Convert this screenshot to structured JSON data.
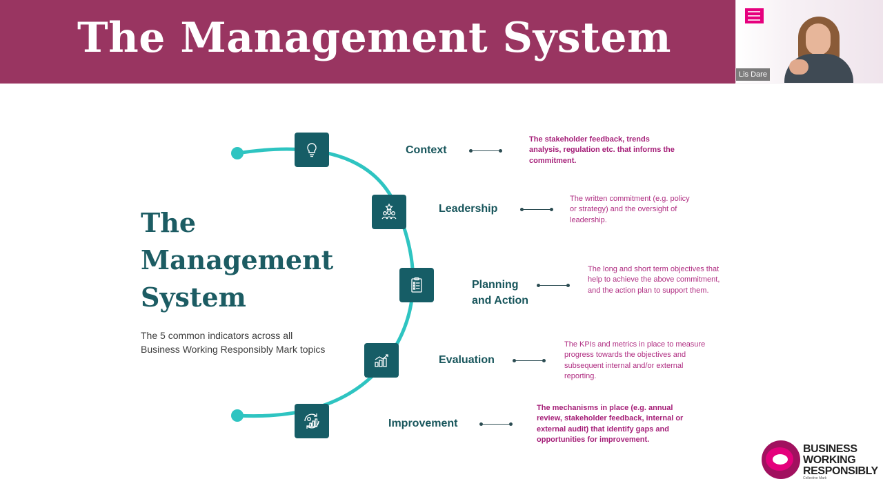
{
  "slide": {
    "title": "The Management System"
  },
  "webcam": {
    "name": "Lis Dare",
    "logo_icon": "business-in-the-community-ireland-logo"
  },
  "left_panel": {
    "heading_lines": [
      "The",
      "Management",
      "System"
    ],
    "subtitle": "The 5 common indicators across all Business Working Responsibly Mark topics"
  },
  "steps": [
    {
      "label_lines": [
        "Context"
      ],
      "icon": "lightbulb-icon",
      "description": "The stakeholder feedback, trends analysis, regulation etc. that informs the commitment.",
      "emphasis": true
    },
    {
      "label_lines": [
        "Leadership"
      ],
      "icon": "team-star-icon",
      "description": "The written commitment (e.g. policy or strategy) and the oversight of leadership.",
      "emphasis": false
    },
    {
      "label_lines": [
        "Planning",
        "and Action"
      ],
      "icon": "checklist-icon",
      "description": "The long and short term objectives that help to achieve the above commitment, and the action plan to support them.",
      "emphasis": false
    },
    {
      "label_lines": [
        "Evaluation"
      ],
      "icon": "bar-chart-icon",
      "description": "The KPIs and metrics in place to measure progress towards the objectives and subsequent internal and/or external reporting.",
      "emphasis": false
    },
    {
      "label_lines": [
        "Improvement"
      ],
      "icon": "improvement-cycle-icon",
      "description": "The mechanisms in place (e.g. annual review, stakeholder feedback, internal or external audit) that identify gaps and opportunities for improvement.",
      "emphasis": true
    }
  ],
  "brand": {
    "lines": [
      "BUSINESS",
      "WORKING",
      "RESPONSIBLY"
    ],
    "tagline": "Collective Mark"
  },
  "colors": {
    "header": "#993561",
    "teal": "#165d66",
    "arc": "#2ec4c1",
    "magenta": "#b02e82"
  }
}
